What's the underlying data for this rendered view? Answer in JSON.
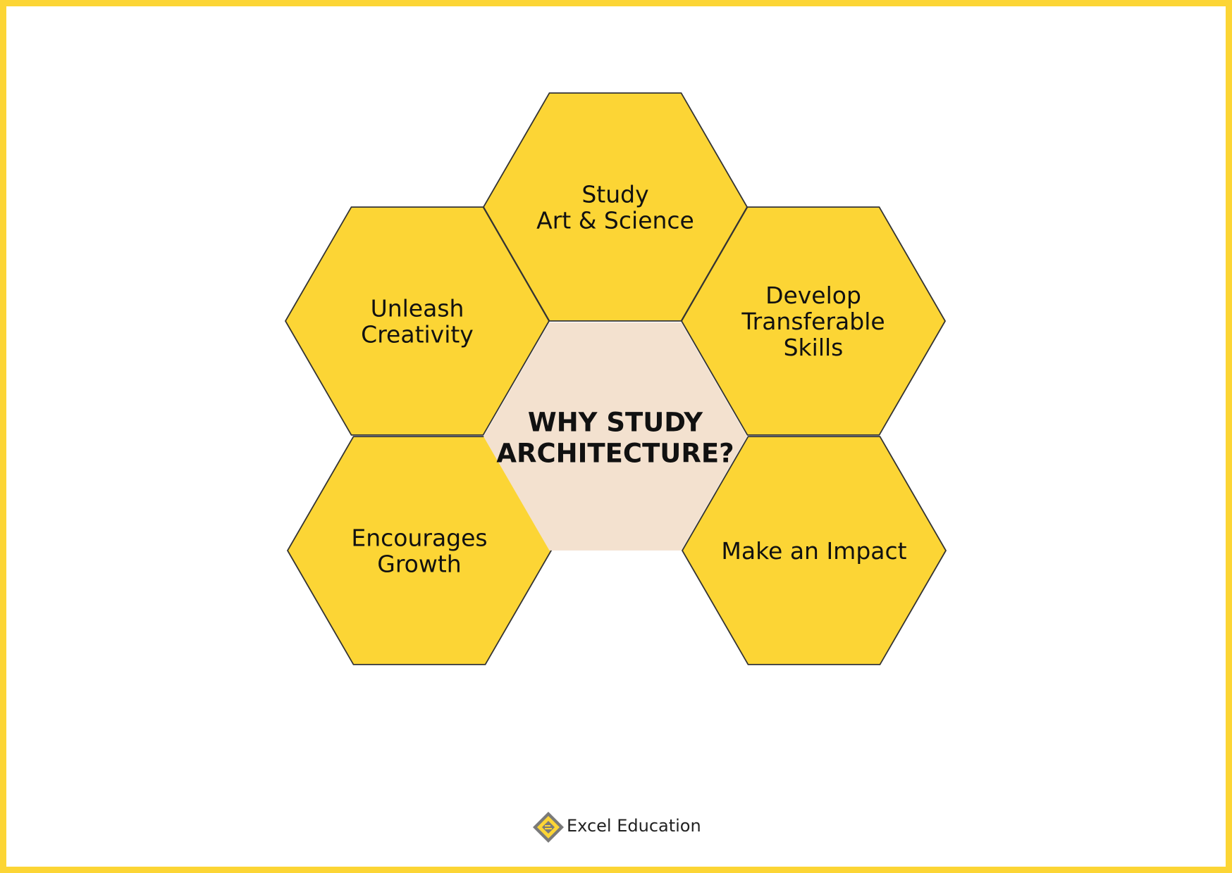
{
  "colors": {
    "frame": "#FCD535",
    "hexagon_fill": "#FCD535",
    "center_fill": "#F3E1CF",
    "outline": "#333333"
  },
  "center": {
    "lines": [
      "WHY STUDY",
      "ARCHITECTURE?"
    ]
  },
  "hexagons": [
    {
      "id": "study-art-science",
      "lines": [
        "Study",
        "Art & Science"
      ]
    },
    {
      "id": "unleash-creativity",
      "lines": [
        "Unleash",
        "Creativity"
      ]
    },
    {
      "id": "develop-transferable-skills",
      "lines": [
        "Develop",
        "Transferable",
        "Skills"
      ]
    },
    {
      "id": "encourages-growth",
      "lines": [
        "Encourages",
        "Growth"
      ]
    },
    {
      "id": "make-an-impact",
      "lines": [
        "Make an Impact"
      ]
    }
  ],
  "brand": {
    "name": "Excel Education",
    "icon": "excel-education-logo-icon"
  }
}
